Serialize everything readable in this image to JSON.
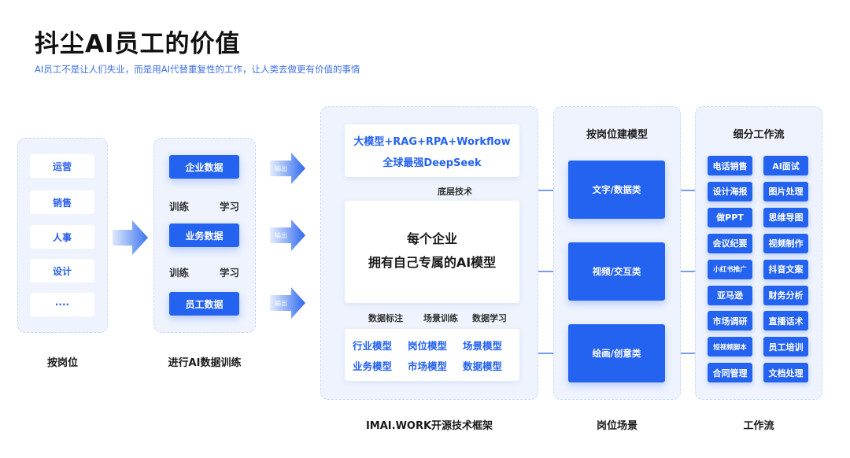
{
  "title": "抖尘AI员工的价值",
  "subtitle": "AI员工不是让人们失业，而是用AI代替重复性的工作，让人类去做更有价值的事情",
  "positions": {
    "items": [
      "运营",
      "销售",
      "人事",
      "设计",
      "····"
    ],
    "caption": "按岗位"
  },
  "training": {
    "blocks": [
      "企业数据",
      "业务数据",
      "员工数据"
    ],
    "train_label": "训练",
    "learn_label": "学习",
    "caption": "进行AI数据训练"
  },
  "output_label": "输出",
  "framework": {
    "top_line1": "大模型+RAG+RPA+Workflow",
    "top_line2": "全球最强DeepSeek",
    "base_tech": "底层技术",
    "center_line1": "每个企业",
    "center_line2": "拥有自己专属的AI模型",
    "steps": [
      "数据标注",
      "场景训练",
      "数据学习"
    ],
    "models": [
      "行业模型",
      "岗位模型",
      "场景模型",
      "业务模型",
      "市场模型",
      "数据模型"
    ],
    "caption": "IMAI.WORK开源技术框架"
  },
  "scenes": {
    "header": "按岗位建模型",
    "items": [
      "文字/数据类",
      "视频/交互类",
      "绘画/创意类"
    ],
    "caption": "岗位场景"
  },
  "workflow": {
    "header": "细分工作流",
    "items": [
      "电话销售",
      "AI面试",
      "设计海报",
      "图片处理",
      "做PPT",
      "思维导图",
      "会议纪要",
      "视频制作",
      "小红书推广",
      "抖音文案",
      "亚马逊",
      "财务分析",
      "市场调研",
      "直播话术",
      "短视频脚本",
      "员工培训",
      "合同管理",
      "文档处理"
    ],
    "caption": "工作流"
  }
}
